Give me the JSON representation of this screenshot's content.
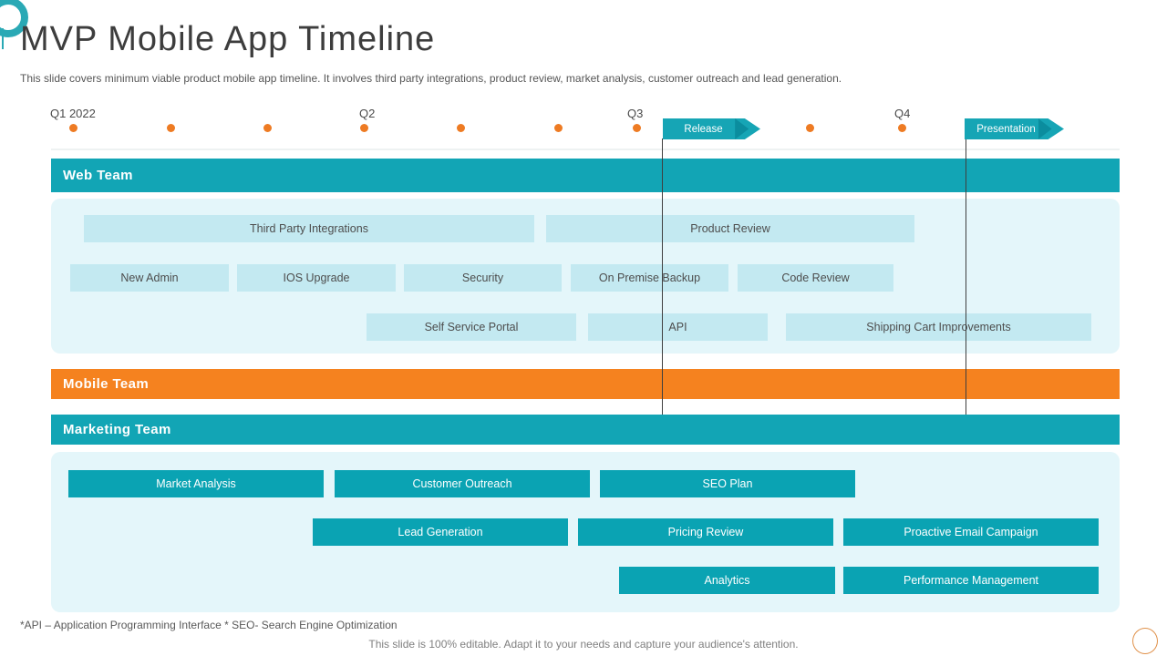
{
  "slide": {
    "title": "MVP Mobile App Timeline",
    "subtitle": "This slide covers minimum viable product mobile app timeline. It involves third party integrations, product review, market analysis, customer outreach and lead generation.",
    "footnote": "*API – Application Programming Interface * SEO- Search Engine Optimization",
    "editable_note": "This slide is 100% editable. Adapt it to your needs and capture your audience's attention."
  },
  "timeline": {
    "quarters": [
      {
        "label": "Q1 2022"
      },
      {
        "label": "Q2"
      },
      {
        "label": "Q3"
      },
      {
        "label": "Q4"
      }
    ],
    "milestones": [
      {
        "label": "Release"
      },
      {
        "label": "Presentation"
      }
    ]
  },
  "teams": {
    "web": {
      "name": "Web Team",
      "rows": [
        {
          "tasks": [
            {
              "label": "Third Party Integrations"
            },
            {
              "label": "Product Review"
            }
          ]
        },
        {
          "tasks": [
            {
              "label": "New Admin"
            },
            {
              "label": "IOS Upgrade"
            },
            {
              "label": "Security"
            },
            {
              "label": "On Premise Backup"
            },
            {
              "label": "Code Review"
            }
          ]
        },
        {
          "tasks": [
            {
              "label": "Self Service Portal"
            },
            {
              "label": "API"
            },
            {
              "label": "Shipping Cart Improvements"
            }
          ]
        }
      ]
    },
    "mobile": {
      "name": "Mobile Team"
    },
    "marketing": {
      "name": "Marketing Team",
      "rows": [
        {
          "tasks": [
            {
              "label": "Market Analysis"
            },
            {
              "label": "Customer Outreach"
            },
            {
              "label": "SEO Plan"
            }
          ]
        },
        {
          "tasks": [
            {
              "label": "Lead Generation"
            },
            {
              "label": "Pricing Review"
            },
            {
              "label": "Proactive Email Campaign"
            }
          ]
        },
        {
          "tasks": [
            {
              "label": "Analytics"
            },
            {
              "label": "Performance Management"
            }
          ]
        }
      ]
    }
  },
  "colors": {
    "teal": "#12a5b5",
    "orange": "#f5821f",
    "dot_orange": "#ee7b23",
    "panel_light_blue": "#e4f6fa",
    "task_light_blue": "#c3e9f1"
  }
}
